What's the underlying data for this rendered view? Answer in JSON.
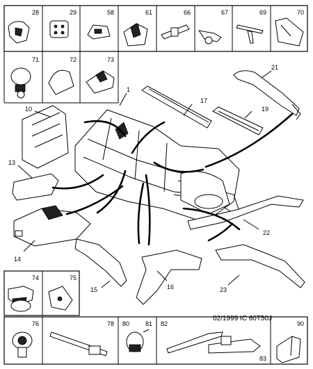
{
  "top_grid": [
    "28",
    "29",
    "58",
    "61",
    "66",
    "67",
    "69",
    "70"
  ],
  "second_grid": [
    "71",
    "72",
    "73"
  ],
  "left_mid_grid": [
    "74",
    "75"
  ],
  "bottom_grid": [
    "76",
    "78",
    "80",
    "81",
    "82",
    "83",
    "90"
  ],
  "callouts": [
    "1",
    "10",
    "13",
    "14",
    "15",
    "16",
    "17",
    "19",
    "21",
    "22",
    "23"
  ],
  "reference": "02/1999  IC 60T50J"
}
